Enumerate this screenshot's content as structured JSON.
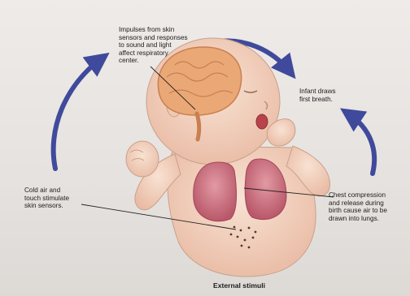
{
  "labels": {
    "impulses": "Impulses from skin\nsensors and responses\nto sound and light\naffect respiratory\ncenter.",
    "breath": "Infant draws\nfirst breath.",
    "cold_air": "Cold air and\ntouch stimulate\nskin sensors.",
    "chest": "Chest compression\nand release during\nbirth cause air to be\ndrawn into lungs.",
    "external": "External stimuli"
  },
  "colors": {
    "arrow": "#3f4a9c",
    "skin": "#f3d5c3",
    "brain": "#e9a777",
    "lungs": "#c96b7a",
    "leader": "#222222"
  }
}
